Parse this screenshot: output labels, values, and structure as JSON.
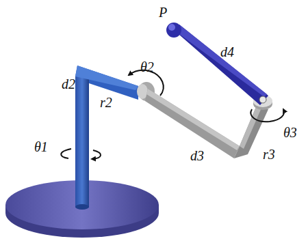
{
  "diagram": {
    "labels": [
      "P",
      "d4",
      "d2",
      "r2",
      "θ2",
      "θ3",
      "d3",
      "r3",
      "θ1"
    ]
  }
}
